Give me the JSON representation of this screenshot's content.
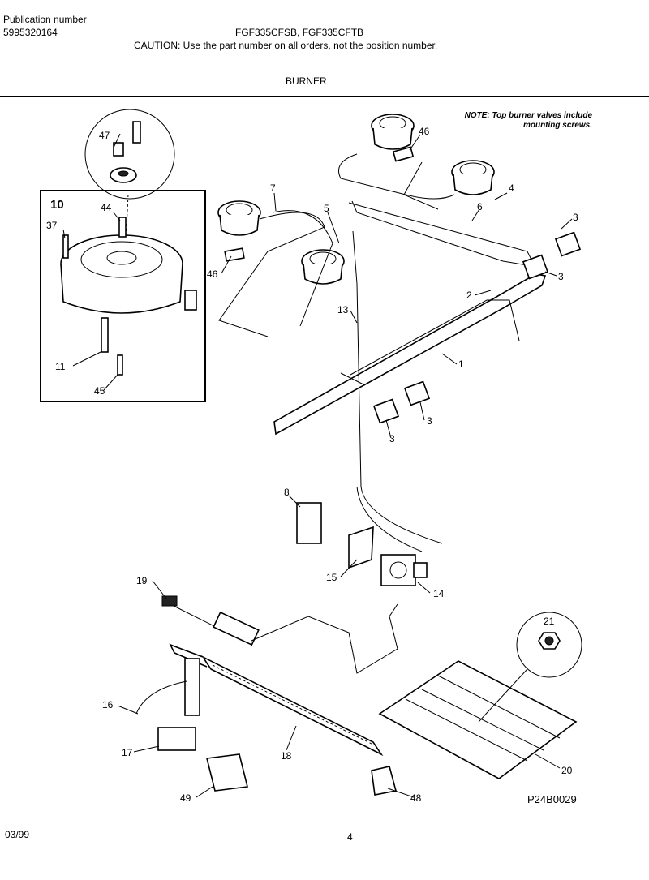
{
  "header": {
    "publication_label": "Publication number",
    "publication_number": "5995320164",
    "models": "FGF335CFSB, FGF335CFTB",
    "caution": "CAUTION:  Use the part number on all orders, not the position number.",
    "section_title": "BURNER"
  },
  "note": "NOTE: Top burner valves include mounting screws.",
  "callouts": {
    "c47": "47",
    "c10": "10",
    "c44": "44",
    "c37": "37",
    "c11": "11",
    "c45": "45",
    "c46a": "46",
    "c7": "7",
    "c5": "5",
    "c46b": "46",
    "c4": "4",
    "c6": "6",
    "c3a": "3",
    "c3b": "3",
    "c2": "2",
    "c13": "13",
    "c1": "1",
    "c3c": "3",
    "c3d": "3",
    "c8": "8",
    "c15": "15",
    "c14": "14",
    "c19": "19",
    "c21": "21",
    "c16": "16",
    "c17": "17",
    "c18": "18",
    "c20": "20",
    "c49": "49",
    "c48": "48"
  },
  "footer": {
    "drawing_code": "P24B0029",
    "date": "03/99",
    "page_number": "4"
  }
}
